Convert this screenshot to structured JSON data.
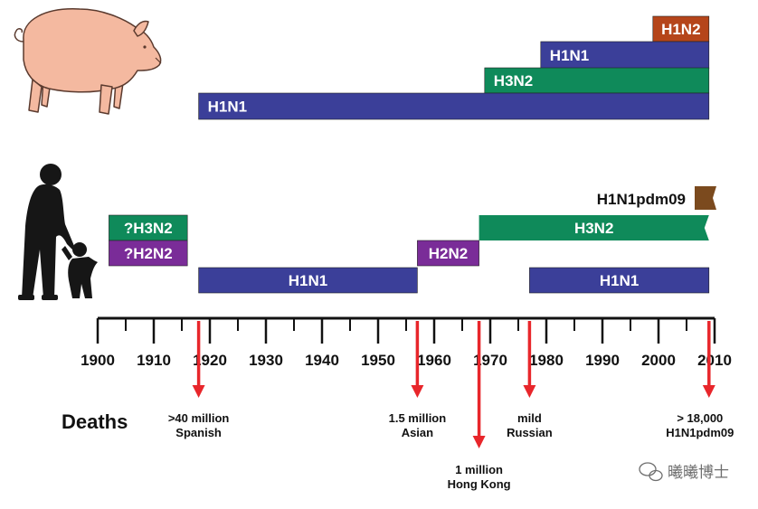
{
  "axis": {
    "ticks": [
      "1900",
      "1910",
      "1920",
      "1930",
      "1940",
      "1950",
      "1960",
      "1970",
      "1980",
      "1990",
      "2000",
      "2010"
    ]
  },
  "pig_bars": [
    {
      "label": "H1N2",
      "start": 1999,
      "end": 2009,
      "color": "#b5451a"
    },
    {
      "label": "H1N1",
      "start": 1979,
      "end": 2009,
      "color": "#3b3f99"
    },
    {
      "label": "H3N2",
      "start": 1969,
      "end": 2009,
      "color": "#0f8a5a"
    },
    {
      "label": "H1N1",
      "start": 1918,
      "end": 2009,
      "color": "#3b3f99"
    }
  ],
  "human_bars": [
    {
      "label": "?H3N2",
      "start": 1902,
      "end": 1916,
      "color": "#0f8a5a"
    },
    {
      "label": "?H2N2",
      "start": 1902,
      "end": 1916,
      "color": "#7a2c98"
    },
    {
      "label": "H1N1",
      "start": 1918,
      "end": 1957,
      "color": "#3b3f99"
    },
    {
      "label": "H2N2",
      "start": 1957,
      "end": 1968,
      "color": "#7a2c98"
    },
    {
      "label": "H3N2",
      "start": 1968,
      "end": 2009,
      "color": "#0f8a5a"
    },
    {
      "label": "H1N1",
      "start": 1977,
      "end": 2009,
      "color": "#3b3f99"
    }
  ],
  "pdm": {
    "label": "H1N1pdm09",
    "color": "#7b4a1e"
  },
  "deaths": {
    "title": "Deaths",
    "events": [
      {
        "year": 1918,
        "line1": ">40 million",
        "line2": "Spanish"
      },
      {
        "year": 1957,
        "line1": "1.5 million",
        "line2": "Asian"
      },
      {
        "year": 1968,
        "line1": "1 million",
        "line2": "Hong Kong"
      },
      {
        "year": 1977,
        "line1": "mild",
        "line2": "Russian"
      },
      {
        "year": 2009,
        "line1": "> 18,000",
        "line2": "H1N1pdm09"
      }
    ]
  },
  "watermark": {
    "text": "曦曦博士"
  },
  "colors": {
    "arrow": "#e8262b",
    "axis": "#111111",
    "pig": "#f4b9a0",
    "pig_outline": "#5a3a2e",
    "silhouette": "#161616"
  }
}
